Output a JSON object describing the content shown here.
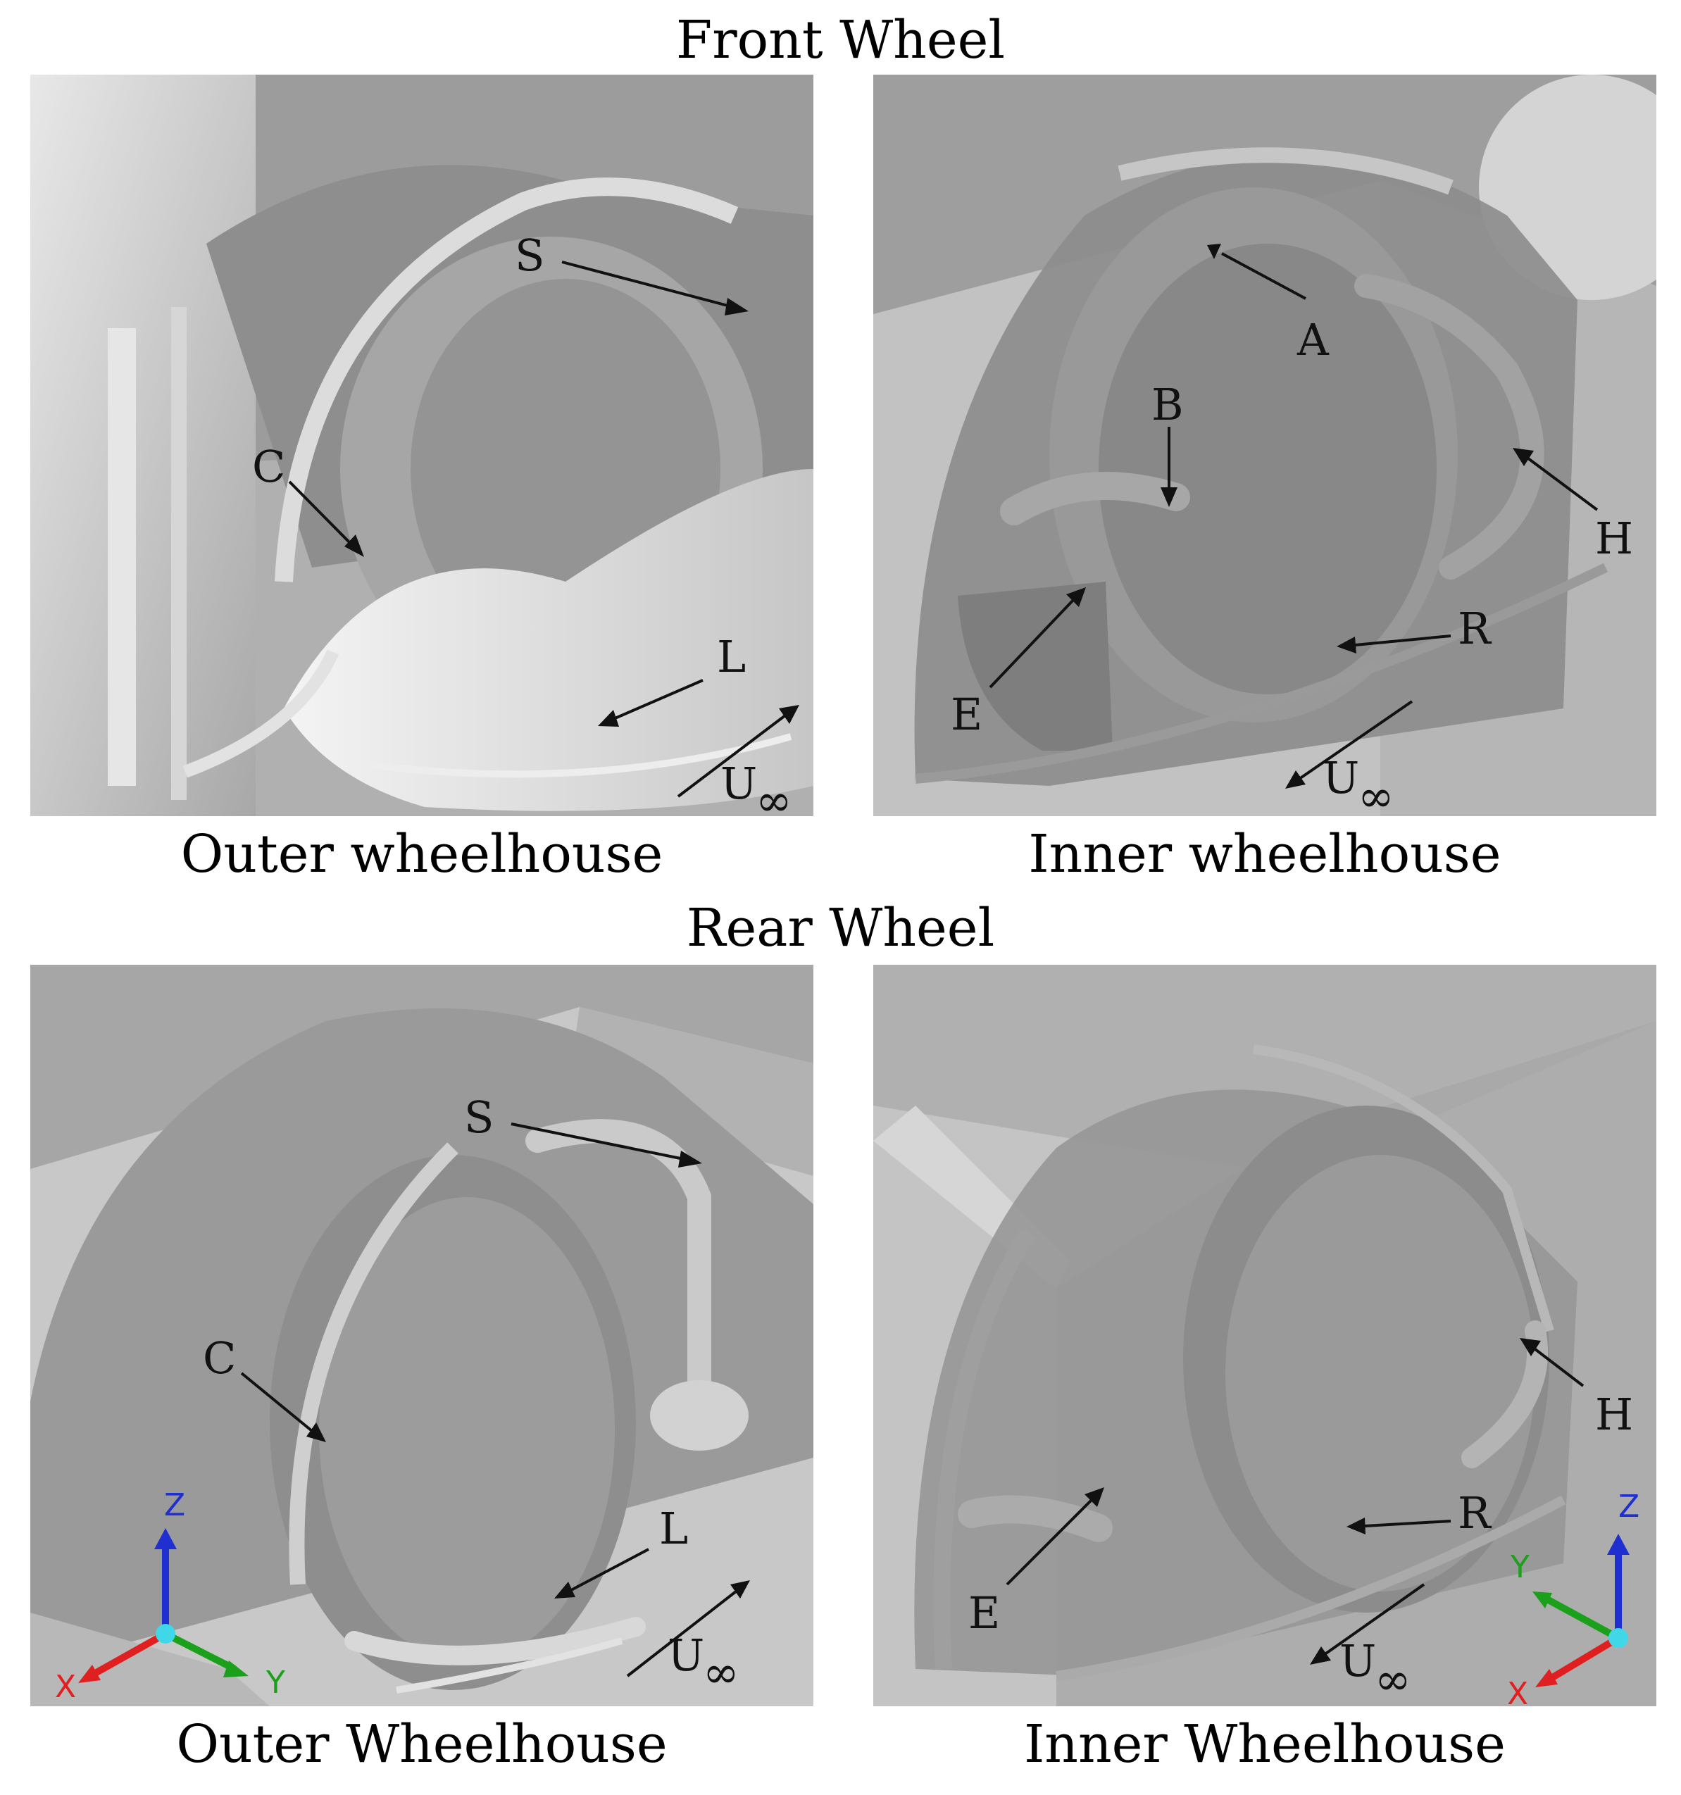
{
  "titles": {
    "front": "Front Wheel",
    "rear": "Rear Wheel"
  },
  "captions": {
    "front_outer": "Outer wheelhouse",
    "front_inner": "Inner wheelhouse",
    "rear_outer": "Outer Wheelhouse",
    "rear_inner": "Inner Wheelhouse"
  },
  "labels": {
    "front_outer": [
      "S",
      "C",
      "L"
    ],
    "front_inner": [
      "A",
      "B",
      "H",
      "R",
      "E"
    ],
    "rear_outer": [
      "S",
      "C",
      "L"
    ],
    "rear_inner": [
      "H",
      "E",
      "R"
    ]
  },
  "flow": {
    "symbol": "U",
    "subscript": "∞"
  },
  "axes": {
    "x": "X",
    "y": "Y",
    "z": "Z",
    "colors": {
      "x": "#e02020",
      "y": "#1aa01a",
      "z": "#2030d0",
      "origin": "#40d8e8"
    }
  }
}
